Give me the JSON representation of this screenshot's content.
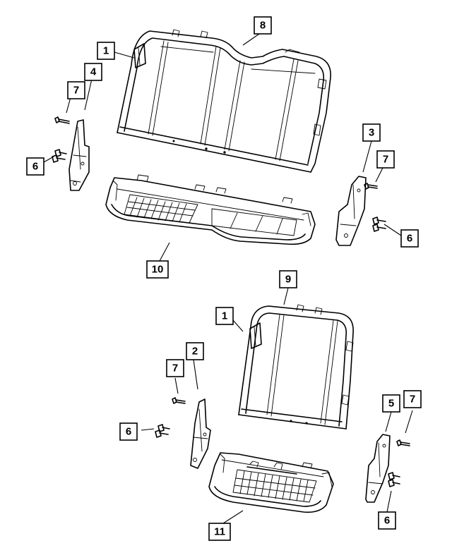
{
  "callouts": [
    {
      "id": "c1a",
      "label": "1"
    },
    {
      "id": "c8",
      "label": "8"
    },
    {
      "id": "c4",
      "label": "4"
    },
    {
      "id": "c7a",
      "label": "7"
    },
    {
      "id": "c6a",
      "label": "6"
    },
    {
      "id": "c3",
      "label": "3"
    },
    {
      "id": "c7b",
      "label": "7"
    },
    {
      "id": "c6b",
      "label": "6"
    },
    {
      "id": "c10",
      "label": "10"
    },
    {
      "id": "c9",
      "label": "9"
    },
    {
      "id": "c1b",
      "label": "1"
    },
    {
      "id": "c2",
      "label": "2"
    },
    {
      "id": "c7c",
      "label": "7"
    },
    {
      "id": "c6c",
      "label": "6"
    },
    {
      "id": "c5",
      "label": "5"
    },
    {
      "id": "c7d",
      "label": "7"
    },
    {
      "id": "c6d",
      "label": "6"
    },
    {
      "id": "c11",
      "label": "11"
    }
  ]
}
